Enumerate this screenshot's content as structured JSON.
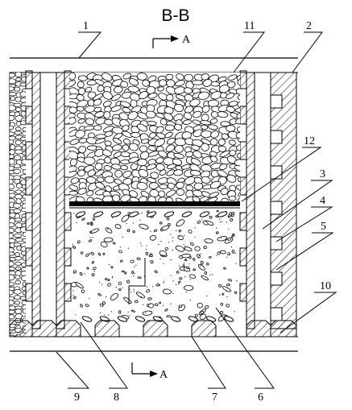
{
  "title": "B-B",
  "section_marks": [
    {
      "id": "top",
      "text": "A"
    },
    {
      "id": "bottom",
      "text": "A"
    }
  ],
  "callouts": [
    {
      "id": "1",
      "text": "1"
    },
    {
      "id": "2",
      "text": "2"
    },
    {
      "id": "3",
      "text": "3"
    },
    {
      "id": "4",
      "text": "4"
    },
    {
      "id": "5",
      "text": "5"
    },
    {
      "id": "6",
      "text": "6"
    },
    {
      "id": "7",
      "text": "7"
    },
    {
      "id": "8",
      "text": "8"
    },
    {
      "id": "9",
      "text": "9"
    },
    {
      "id": "10",
      "text": "10"
    },
    {
      "id": "11",
      "text": "11"
    },
    {
      "id": "12",
      "text": "12"
    }
  ]
}
